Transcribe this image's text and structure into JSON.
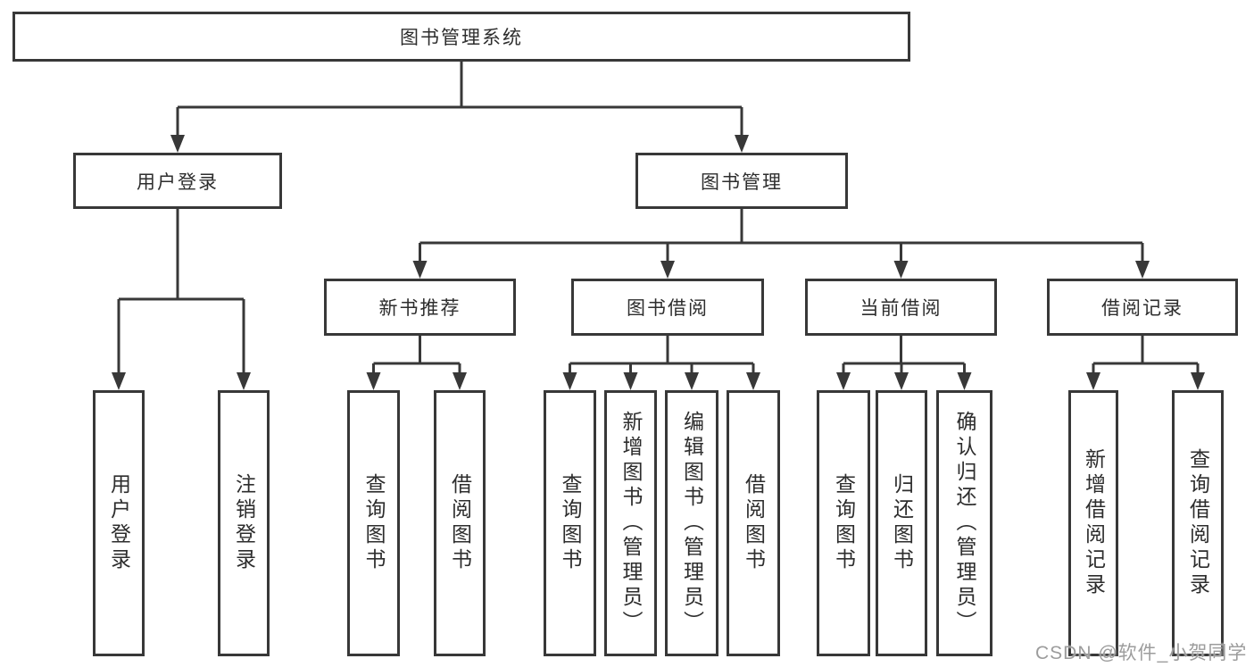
{
  "diagram": {
    "title": "图书管理系统",
    "root": {
      "label": "图书管理系统"
    },
    "level2": [
      {
        "label": "用户登录",
        "children": [
          "用户登录",
          "注销登录"
        ]
      },
      {
        "label": "图书管理",
        "children": [
          {
            "label": "新书推荐",
            "children": [
              "查询图书",
              "借阅图书"
            ]
          },
          {
            "label": "图书借阅",
            "children": [
              "查询图书",
              "新增图书（管理员）",
              "编辑图书（管理员）",
              "借阅图书"
            ]
          },
          {
            "label": "当前借阅",
            "children": [
              "查询图书",
              "归还图书",
              "确认归还（管理员）"
            ]
          },
          {
            "label": "借阅记录",
            "children": [
              "新增借阅记录",
              "查询借阅记录"
            ]
          }
        ]
      }
    ]
  },
  "watermark": {
    "text": "CSDN @软件_小贺同学"
  },
  "colors": {
    "line": "#383838",
    "node_border": "#383838",
    "node_fill": "#ffffff",
    "text": "#2d2d2d",
    "watermark": "#9c9c9c",
    "background": "#ffffff"
  }
}
